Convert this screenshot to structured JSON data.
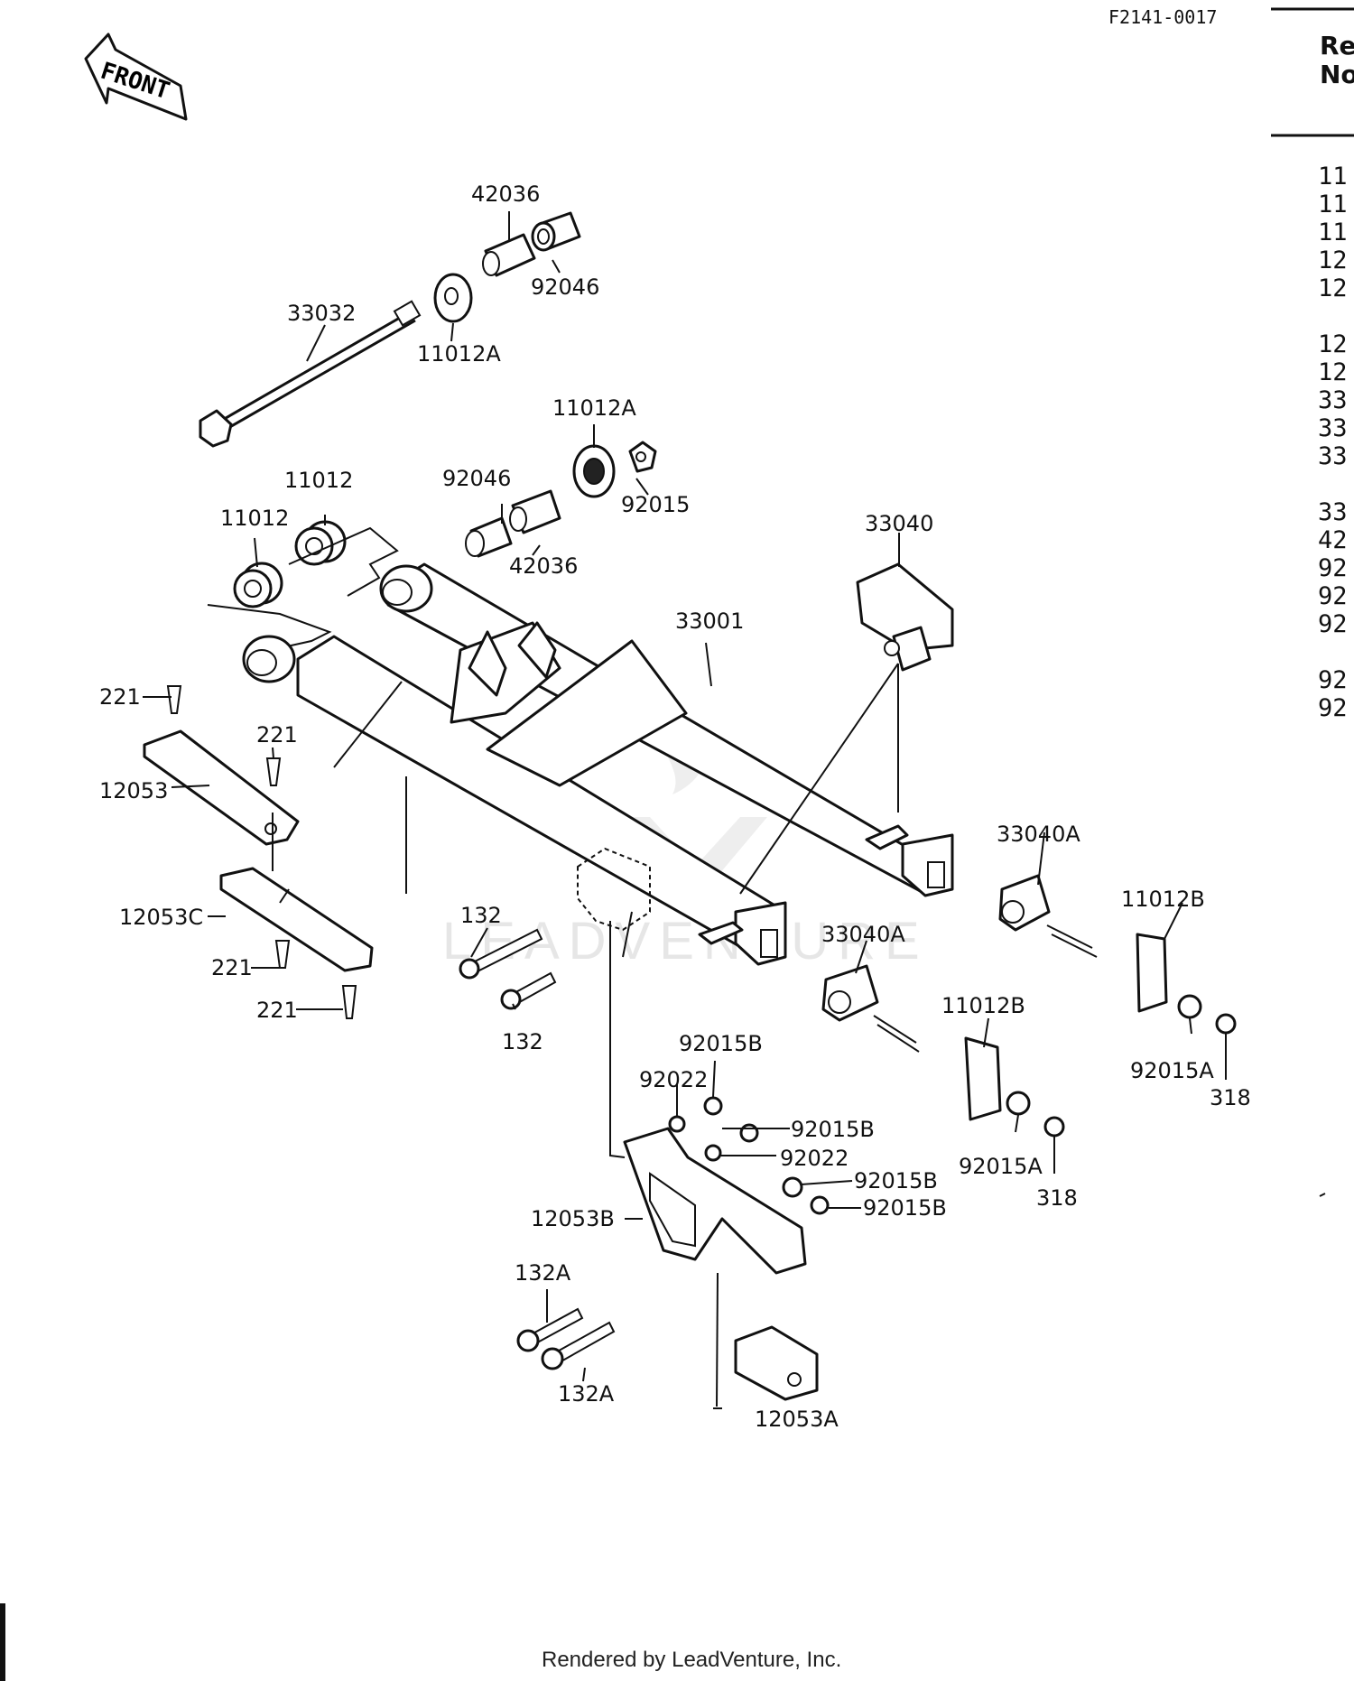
{
  "drawing_code": "F2141-0017",
  "front_arrow": {
    "label": "FRONT"
  },
  "watermark": {
    "text": "LEADVENTURE"
  },
  "footer": {
    "text": "Rendered by LeadVenture, Inc."
  },
  "ref_column": {
    "header_line1": "Re",
    "header_line2": "No",
    "rows": [
      "11",
      "11",
      "11",
      "12",
      "12",
      "12",
      "12",
      "33",
      "33",
      "33",
      "33",
      "42",
      "92",
      "92",
      "92",
      "92",
      "92"
    ]
  },
  "callouts": [
    "42036",
    "92046",
    "33032",
    "11012A",
    "11012A",
    "92046",
    "92015",
    "11012",
    "11012",
    "42036",
    "33040",
    "33001",
    "221",
    "221",
    "12053",
    "33040A",
    "11012B",
    "12053C",
    "221",
    "221",
    "132",
    "132",
    "33040A",
    "11012B",
    "92015B",
    "92022",
    "92015B",
    "92022",
    "92015B",
    "92015B",
    "92015A",
    "318",
    "92015A",
    "318",
    "12053B",
    "132A",
    "132A",
    "12053A"
  ],
  "colors": {
    "ink": "#111111",
    "paper": "#ffffff",
    "watermark": "#e6e6e6"
  }
}
